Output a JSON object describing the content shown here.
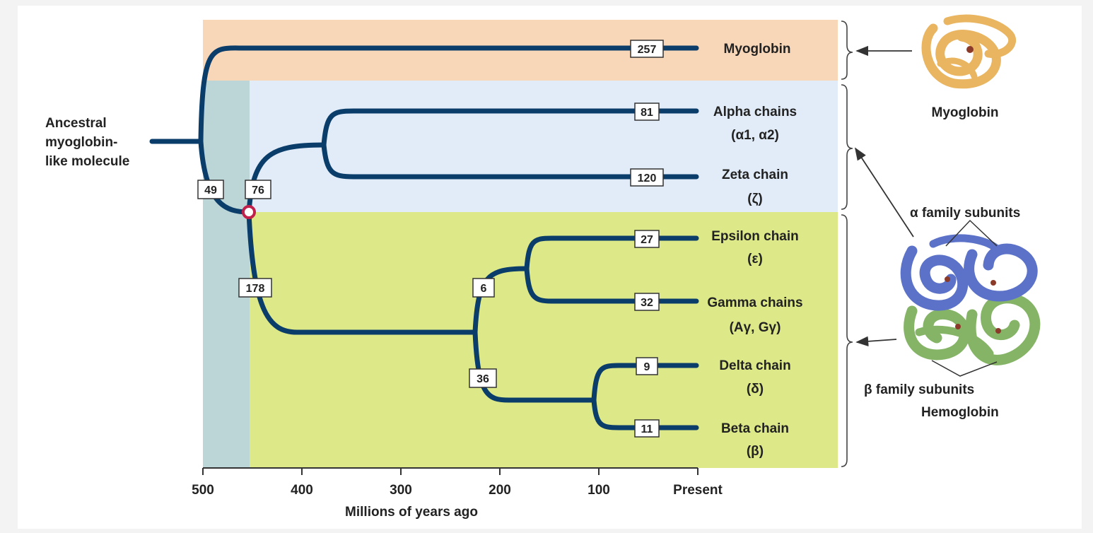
{
  "colors": {
    "myoglobin_band": "#f8d6b8",
    "alpha_band": "#e1ecf8",
    "beta_band": "#dde888",
    "early_strip": "#bcd5d6",
    "branch": "#0b3d6b",
    "duplication_marker": "#c0204a",
    "myoglobin_protein": "#e9b560",
    "alpha_protein": "#5b72c8",
    "beta_protein": "#86b467"
  },
  "ancestor_label": [
    "Ancestral",
    "myoglobin-",
    "like molecule"
  ],
  "branch_numbers": {
    "myoglobin": "257",
    "alpha": "81",
    "zeta": "120",
    "epsilon": "27",
    "gamma": "32",
    "delta": "9",
    "beta": "11",
    "root_split": "49",
    "alpha_family": "76",
    "beta_family": "178",
    "epsilon_gamma": "6",
    "delta_beta": "36"
  },
  "chains": {
    "myoglobin": {
      "name": "Myoglobin",
      "sub": ""
    },
    "alpha": {
      "name": "Alpha chains",
      "sub": "(α1, α2)"
    },
    "zeta": {
      "name": "Zeta chain",
      "sub": "(ζ)"
    },
    "epsilon": {
      "name": "Epsilon chain",
      "sub": "(ε)"
    },
    "gamma": {
      "name": "Gamma chains",
      "sub": "(Aγ, Gγ)"
    },
    "delta": {
      "name": "Delta chain",
      "sub": "(δ)"
    },
    "beta": {
      "name": "Beta chain",
      "sub": "(β)"
    }
  },
  "axis": {
    "title": "Millions of years ago",
    "ticks": [
      "500",
      "400",
      "300",
      "200",
      "100",
      "Present"
    ]
  },
  "structure_labels": {
    "myoglobin": "Myoglobin",
    "alpha_family": "α family subunits",
    "beta_family": "β family subunits",
    "hemoglobin": "Hemoglobin"
  }
}
